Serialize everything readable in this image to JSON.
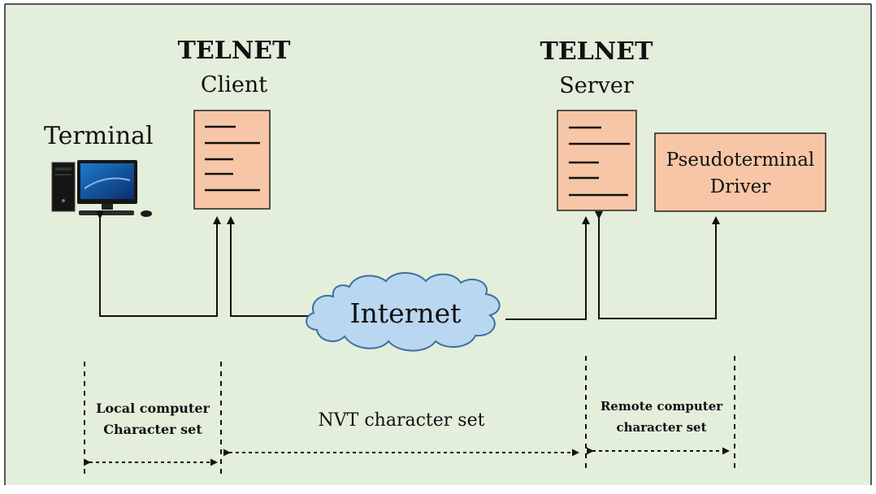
{
  "client": {
    "title_line1": "TELNET",
    "title_line2": "Client"
  },
  "server": {
    "title_line1": "TELNET",
    "title_line2": "Server"
  },
  "terminal": {
    "label": "Terminal"
  },
  "pseudo": {
    "line1": "Pseudoterminal",
    "line2": "Driver"
  },
  "internet": {
    "label": "Internet"
  },
  "sections": {
    "local_line1": "Local computer",
    "local_line2": "Character set",
    "nvt": "NVT character set",
    "remote_line1": "Remote computer",
    "remote_line2": "character set"
  },
  "colors": {
    "background": "#e3eedb",
    "box_fill": "#f7c6a6",
    "cloud_fill": "#b9d7f0",
    "cloud_stroke": "#3e6f9e"
  }
}
